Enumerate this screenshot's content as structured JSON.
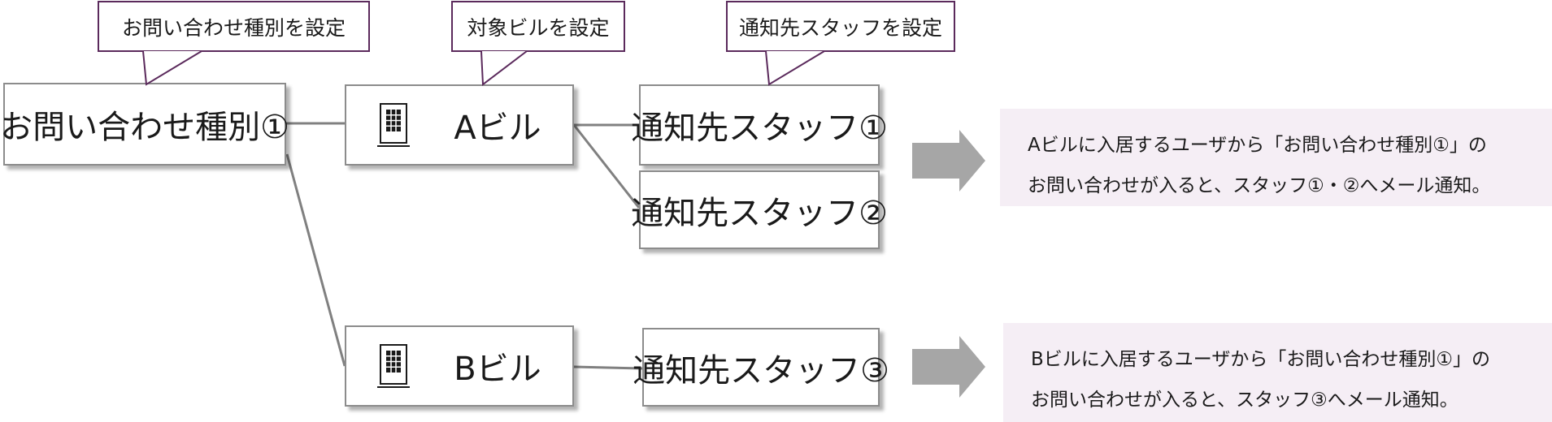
{
  "callouts": {
    "inquiry_type": "お問い合わせ種別を設定",
    "target_building": "対象ビルを設定",
    "notify_staff": "通知先スタッフを設定"
  },
  "nodes": {
    "inquiry_type": "お問い合わせ種別①",
    "building_a": "Aビル",
    "building_b": "Bビル",
    "staff_1": "通知先スタッフ①",
    "staff_2": "通知先スタッフ②",
    "staff_3": "通知先スタッフ③"
  },
  "icons": {
    "building": "building-icon",
    "arrow": "arrow-right-icon"
  },
  "notes": {
    "a": {
      "line1": "Aビルに入居するユーザから「お問い合わせ種別①」の",
      "line2": "お問い合わせが入ると、スタッフ①・②へメール通知。"
    },
    "b": {
      "line1": "Bビルに入居するユーザから「お問い合わせ種別①」の",
      "line2": "お問い合わせが入ると、スタッフ③へメール通知。"
    }
  },
  "colors": {
    "callout_border": "#5b2a5c",
    "box_border": "#8c8c8c",
    "connector": "#808080",
    "arrow": "#a6a6a6",
    "note_background": "#f5eef5"
  }
}
